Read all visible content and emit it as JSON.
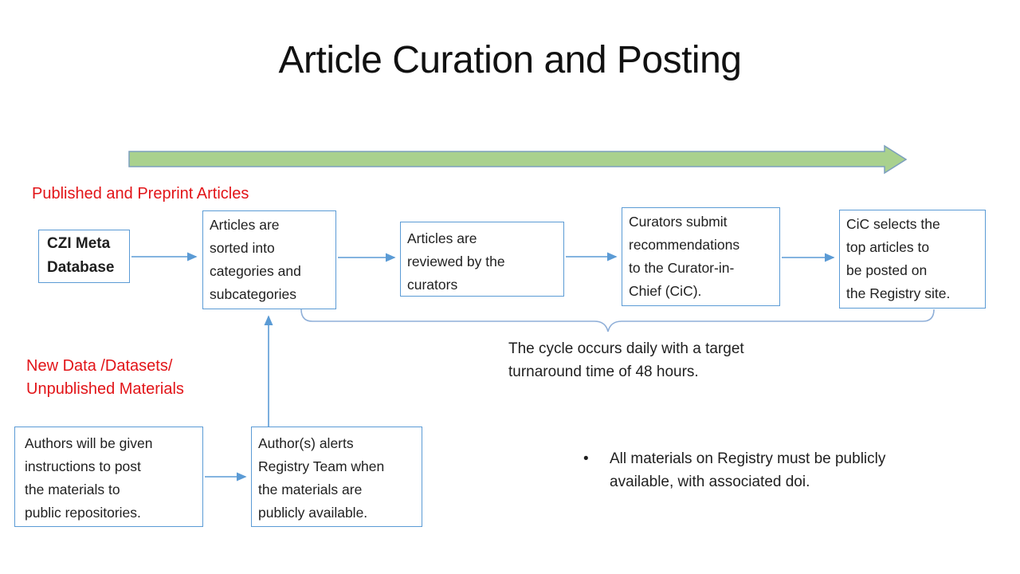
{
  "title": "Article Curation and Posting",
  "colors": {
    "box_border": "#5B9BD5",
    "connector_arrow": "#5B9BD5",
    "brace": "#8FAFD8",
    "timeline_arrow_fill": "#A9D18E",
    "timeline_arrow_stroke": "#7C9FBE",
    "red_label": "#E21418",
    "text": "#1f1f1f"
  },
  "labels": {
    "published": "Published and Preprint Articles",
    "new_data": "New Data /Datasets/\nUnpublished Materials"
  },
  "flow_top": [
    {
      "id": "czi-meta-database",
      "text": "CZI Meta\nDatabase"
    },
    {
      "id": "articles-sorted",
      "text": "Articles are\nsorted into\ncategories and\nsubcategories"
    },
    {
      "id": "articles-reviewed",
      "text": "Articles are\nreviewed by the\ncurators"
    },
    {
      "id": "curators-submit",
      "text": "Curators submit\nrecommendations\nto the Curator-in-\nChief (CiC)."
    },
    {
      "id": "cic-selects",
      "text": "CiC selects the\ntop articles to\nbe posted on\nthe Registry site."
    }
  ],
  "flow_bottom": [
    {
      "id": "authors-instructions",
      "text": "Authors will be given\ninstructions to post\nthe materials to\npublic repositories."
    },
    {
      "id": "authors-alert",
      "text": "Author(s) alerts\nRegistry Team when\nthe materials are\npublicly available."
    }
  ],
  "cycle_note": "The cycle occurs daily with a target\nturnaround time of 48 hours.",
  "bullet_char": "•",
  "bullet_note": "All materials on Registry must be publicly\navailable, with associated doi."
}
